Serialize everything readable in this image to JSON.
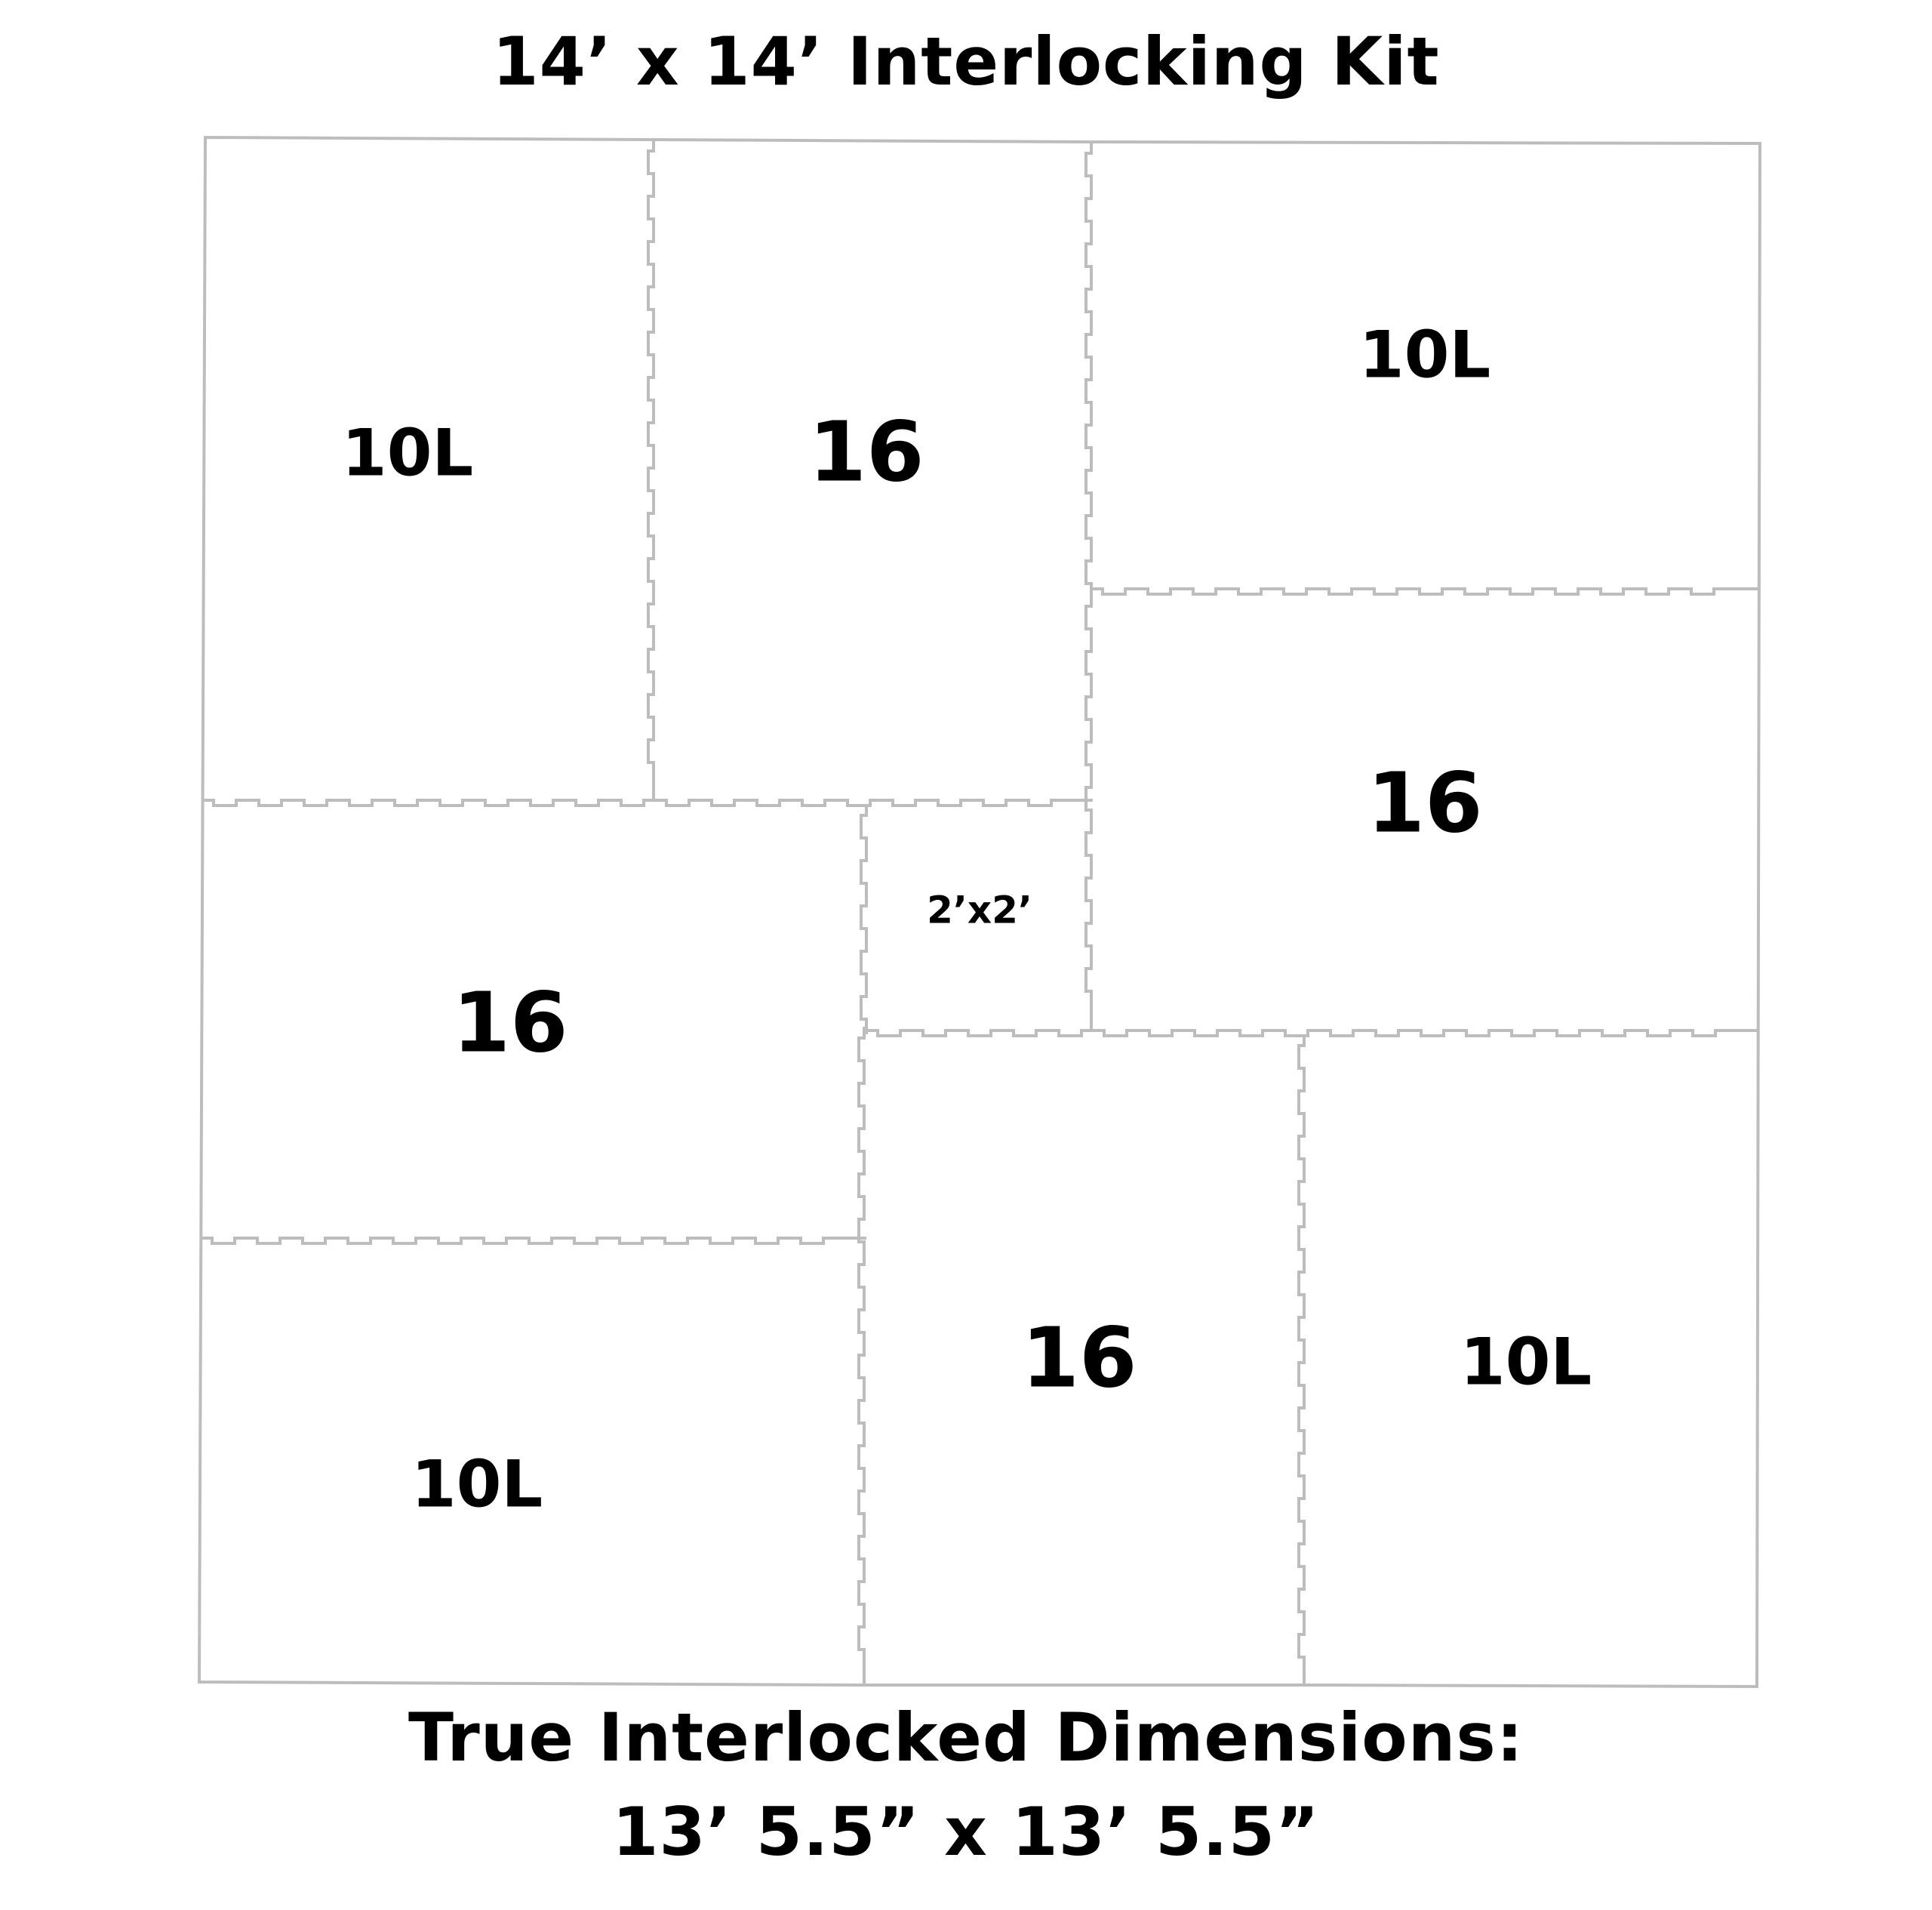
{
  "title": "14’ x 14’ Interlocking Kit",
  "footer": {
    "line1": "True Interlocked Dimensions:",
    "line2": "13’ 5.5” x 13’ 5.5”"
  },
  "tiles": [
    {
      "id": "top-left",
      "label": "10L"
    },
    {
      "id": "top-middle",
      "label": "16"
    },
    {
      "id": "top-right",
      "label": "10L"
    },
    {
      "id": "right-middle",
      "label": "16"
    },
    {
      "id": "left-middle",
      "label": "16"
    },
    {
      "id": "center-small",
      "label": "2’x2’"
    },
    {
      "id": "bottom-left",
      "label": "10L"
    },
    {
      "id": "bottom-middle",
      "label": "16"
    },
    {
      "id": "bottom-right",
      "label": "10L"
    }
  ],
  "colors": {
    "outline": "#bdbdbd",
    "text": "#000000",
    "background": "#ffffff"
  }
}
